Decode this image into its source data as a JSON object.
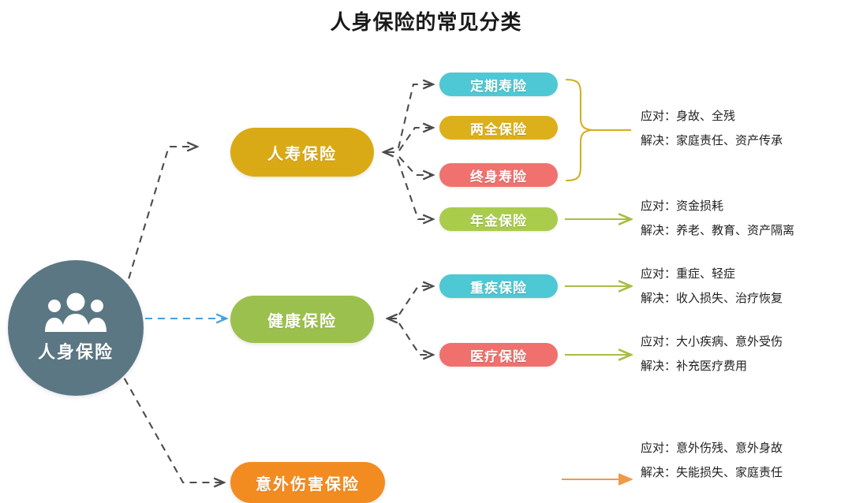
{
  "title": "人身保险的常见分类",
  "root": {
    "label": "人身保险",
    "icon": "people-group-icon",
    "color": "#5b7784"
  },
  "categories": [
    {
      "id": "life",
      "label": "人寿保险",
      "color": "#d9aa16"
    },
    {
      "id": "health",
      "label": "健康保险",
      "color": "#9cc04e"
    },
    {
      "id": "accident",
      "label": "意外伤害保险",
      "color": "#f28c21"
    }
  ],
  "subcategories": [
    {
      "id": "term-life",
      "label": "定期寿险",
      "color": "#4ec8d4",
      "parent": "life"
    },
    {
      "id": "endowment",
      "label": "两全保险",
      "color": "#dcb01a",
      "parent": "life"
    },
    {
      "id": "whole-life",
      "label": "终身寿险",
      "color": "#f0716e",
      "parent": "life"
    },
    {
      "id": "annuity",
      "label": "年金保险",
      "color": "#a9cc4c",
      "parent": "life"
    },
    {
      "id": "critical-illness",
      "label": "重疾保险",
      "color": "#4ec8d4",
      "parent": "health"
    },
    {
      "id": "medical",
      "label": "医疗保险",
      "color": "#f0706d",
      "parent": "health"
    }
  ],
  "notes": [
    {
      "id": "note-life-group",
      "cope": "应对：身故、全残",
      "solve": "解决：家庭责任、资产传承"
    },
    {
      "id": "note-annuity",
      "cope": "应对：资金损耗",
      "solve": "解决：养老、教育、资产隔离"
    },
    {
      "id": "note-critical-illness",
      "cope": "应对：重症、轻症",
      "solve": "解决：收入损失、治疗恢复"
    },
    {
      "id": "note-medical",
      "cope": "应对：大小疾病、意外受伤",
      "solve": "解决：补充医疗费用"
    },
    {
      "id": "note-accident",
      "cope": "应对：意外伤残、意外身故",
      "solve": "解决：失能损失、家庭责任"
    }
  ],
  "connectors": {
    "root_to_life": {
      "style": "dashed",
      "color": "#4b4b4b"
    },
    "root_to_health": {
      "style": "dashed",
      "color": "#4a9fd5"
    },
    "root_to_accident": {
      "style": "dashed",
      "color": "#4b4b4b"
    },
    "life_to_subs": {
      "style": "dashed",
      "color": "#4b4b4b"
    },
    "health_to_subs": {
      "style": "dashed",
      "color": "#4b4b4b"
    },
    "life_group_brace": {
      "style": "curly-brace",
      "color": "#d4ac1e"
    },
    "annuity_arrow": {
      "style": "solid-arrow",
      "color": "#a9bd45"
    },
    "critical_illness_arrow": {
      "style": "solid-arrow",
      "color": "#a9bd45"
    },
    "medical_arrow": {
      "style": "solid-arrow",
      "color": "#a9bd45"
    },
    "accident_arrow": {
      "style": "solid-arrow",
      "color": "#ef9a48"
    }
  }
}
